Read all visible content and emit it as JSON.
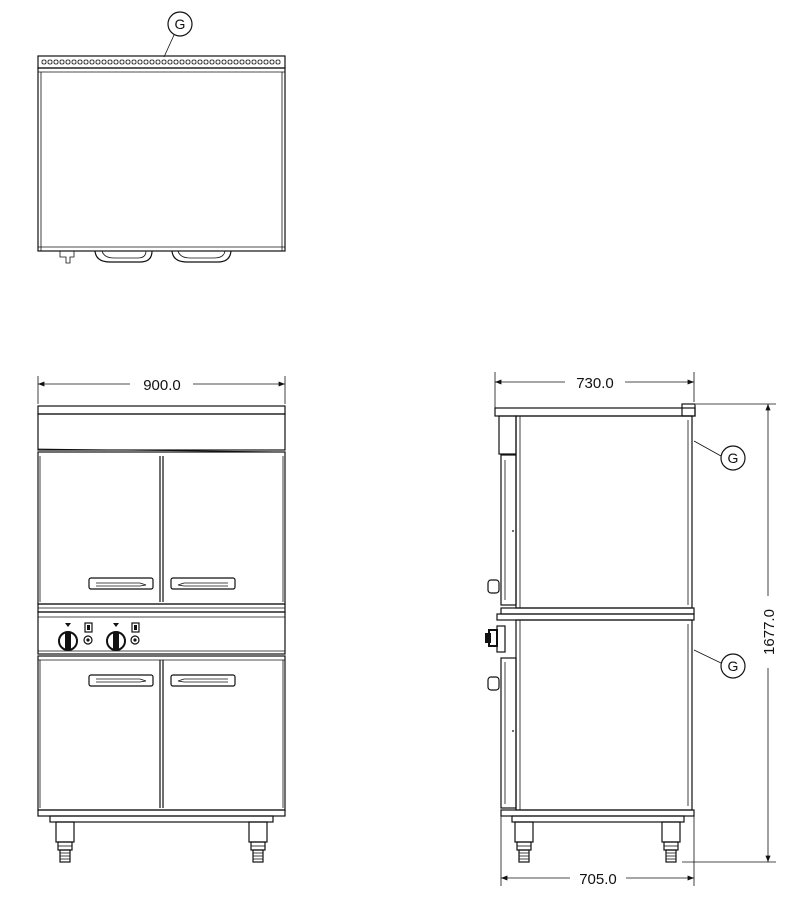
{
  "callouts": {
    "top_view": "G",
    "side_upper": "G",
    "side_lower": "G"
  },
  "dimensions": {
    "front_width": "900.0",
    "side_top_depth": "730.0",
    "side_height": "1677.0",
    "side_bottom_depth": "705.0"
  }
}
